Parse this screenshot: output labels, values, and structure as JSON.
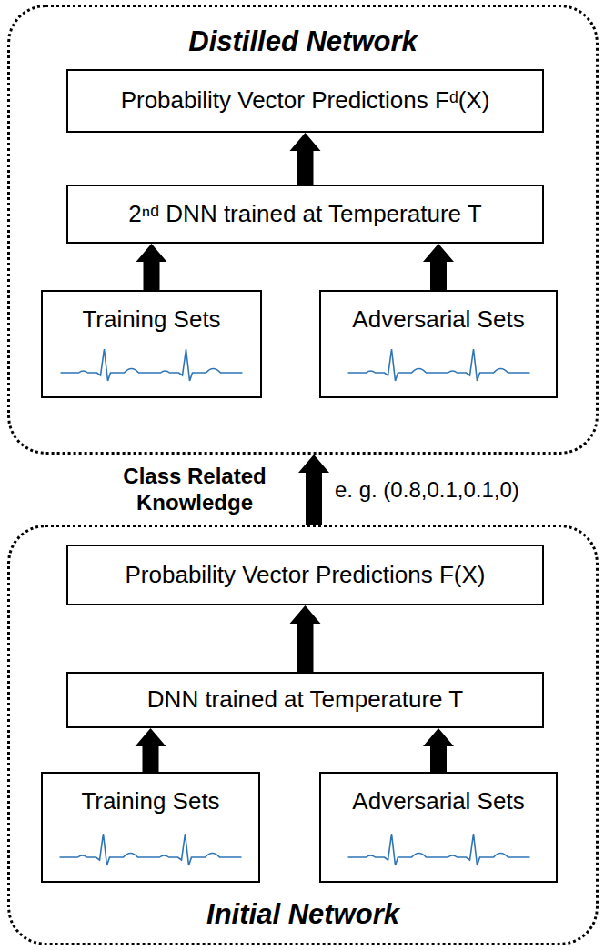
{
  "diagram": {
    "nodes": [
      {
        "text": [
          "Distilled Network"
        ]
      },
      {
        "text": [
          "Probability Vector Predictions Fᵈ(X)"
        ],
        "in": 0
      },
      {
        "text": [
          "2ⁿᵈ DNN trained at Temperature T"
        ],
        "in": 0
      },
      {
        "text": [
          "Training Sets"
        ],
        "in": 0
      },
      {
        "text": [
          "Adversarial  Sets"
        ],
        "in": 0
      },
      {
        "text": [
          "Initial Network"
        ]
      },
      {
        "text": [
          "Probability Vector Predictions F(X)"
        ],
        "in": 5
      },
      {
        "text": [
          "DNN trained at Temperature T"
        ],
        "in": 5
      },
      {
        "text": [
          "Training Sets"
        ],
        "in": 5
      },
      {
        "text": [
          "Adversarial  Sets"
        ],
        "in": 5
      }
    ],
    "edges": [
      {
        "from": 3,
        "to": 2,
        "arrow": "to"
      },
      {
        "from": 4,
        "to": 2,
        "arrow": "to"
      },
      {
        "from": 2,
        "to": 1,
        "arrow": "to"
      },
      {
        "from": 8,
        "to": 7,
        "arrow": "to"
      },
      {
        "from": 9,
        "to": 7,
        "arrow": "to"
      },
      {
        "from": 7,
        "to": 6,
        "arrow": "to"
      },
      {
        "from": 5,
        "to": 0,
        "label": "Class Related Knowledge",
        "arrow": "to"
      }
    ],
    "labels": [
      "e. g. (0.8,0.1,0.1,0)"
    ]
  }
}
